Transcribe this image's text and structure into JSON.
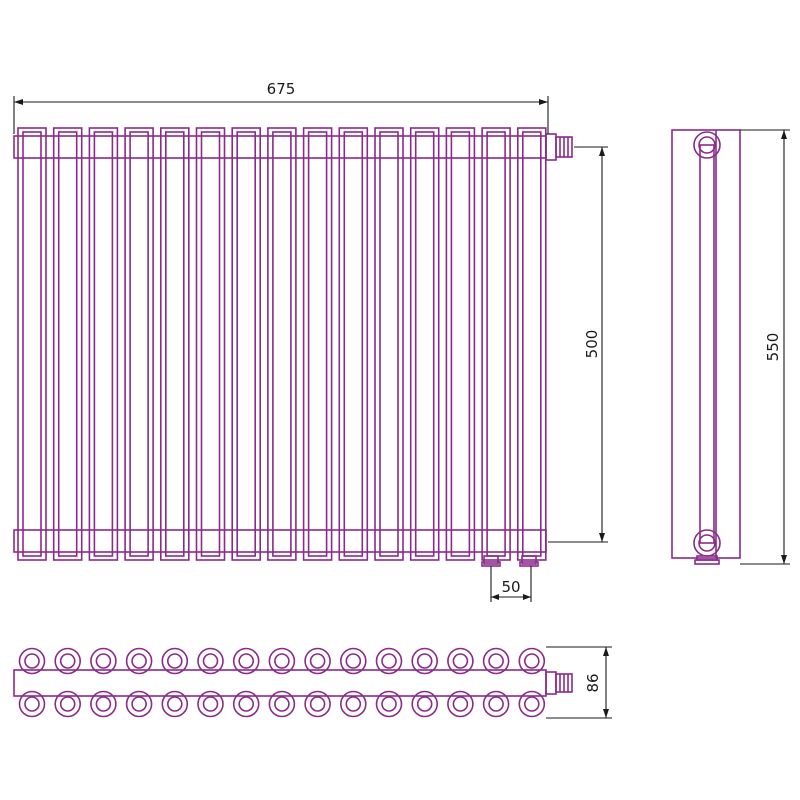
{
  "colors": {
    "outline": "#8a2a8a",
    "dimension": "#1a1a1a",
    "background": "#ffffff"
  },
  "dimensions": {
    "width": "675",
    "height_outer": "550",
    "height_axis": "500",
    "depth": "86",
    "pipe_spacing": "50"
  },
  "sections_count": 15
}
